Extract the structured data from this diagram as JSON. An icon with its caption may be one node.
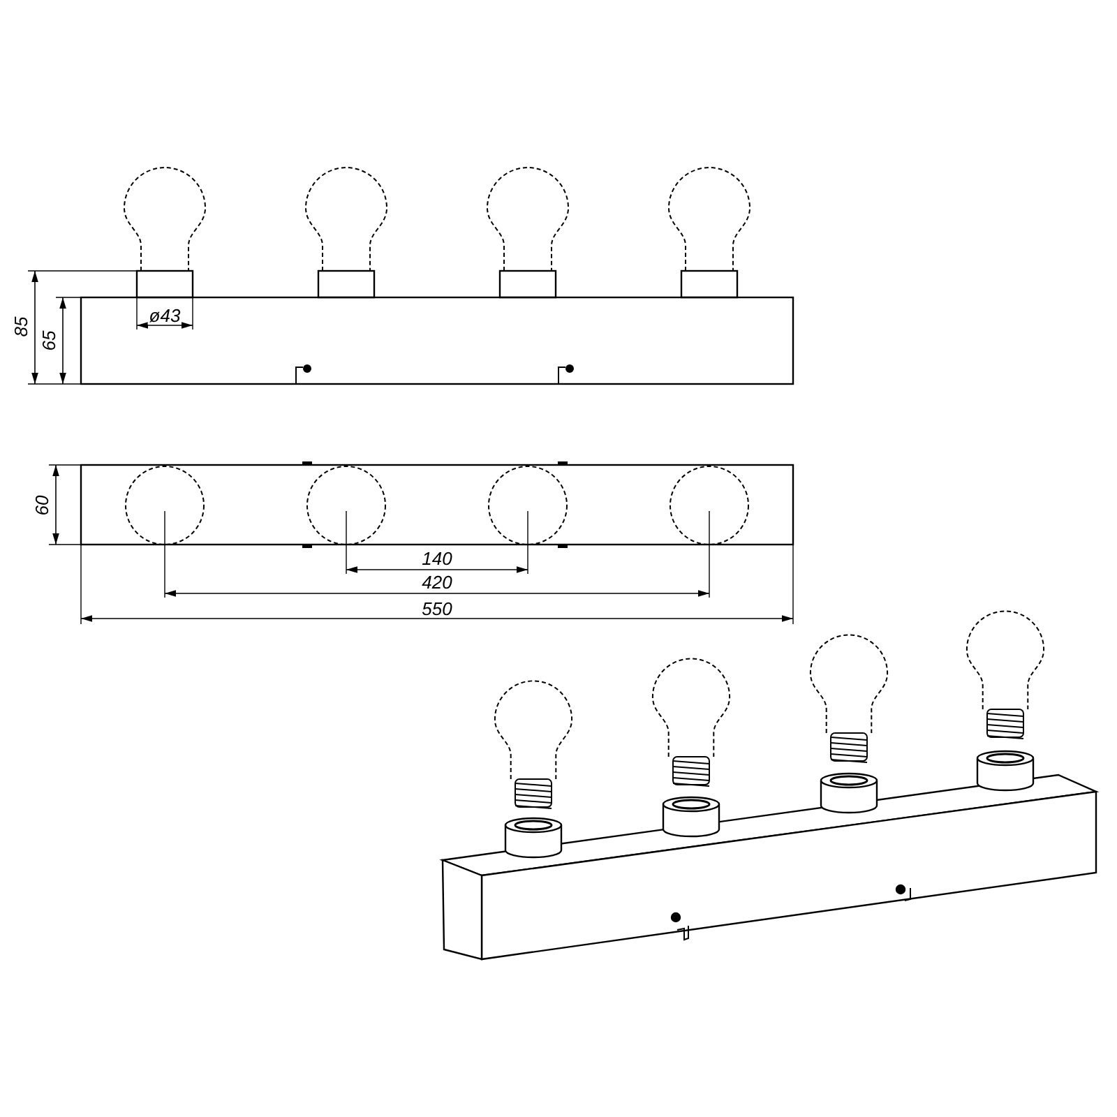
{
  "diagram": {
    "labels": [
      "85",
      "65",
      "ø43",
      "60",
      "140",
      "420",
      "550"
    ]
  }
}
